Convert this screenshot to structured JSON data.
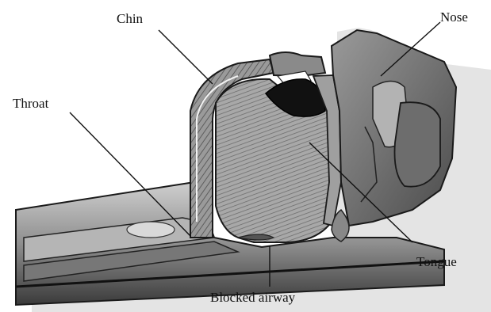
{
  "header": {
    "cropped_title": ""
  },
  "labels": {
    "chin": "Chin",
    "nose": "Nose",
    "throat": "Throat",
    "tongue": "Tongue",
    "blocked_airway": "Blocked airway"
  }
}
